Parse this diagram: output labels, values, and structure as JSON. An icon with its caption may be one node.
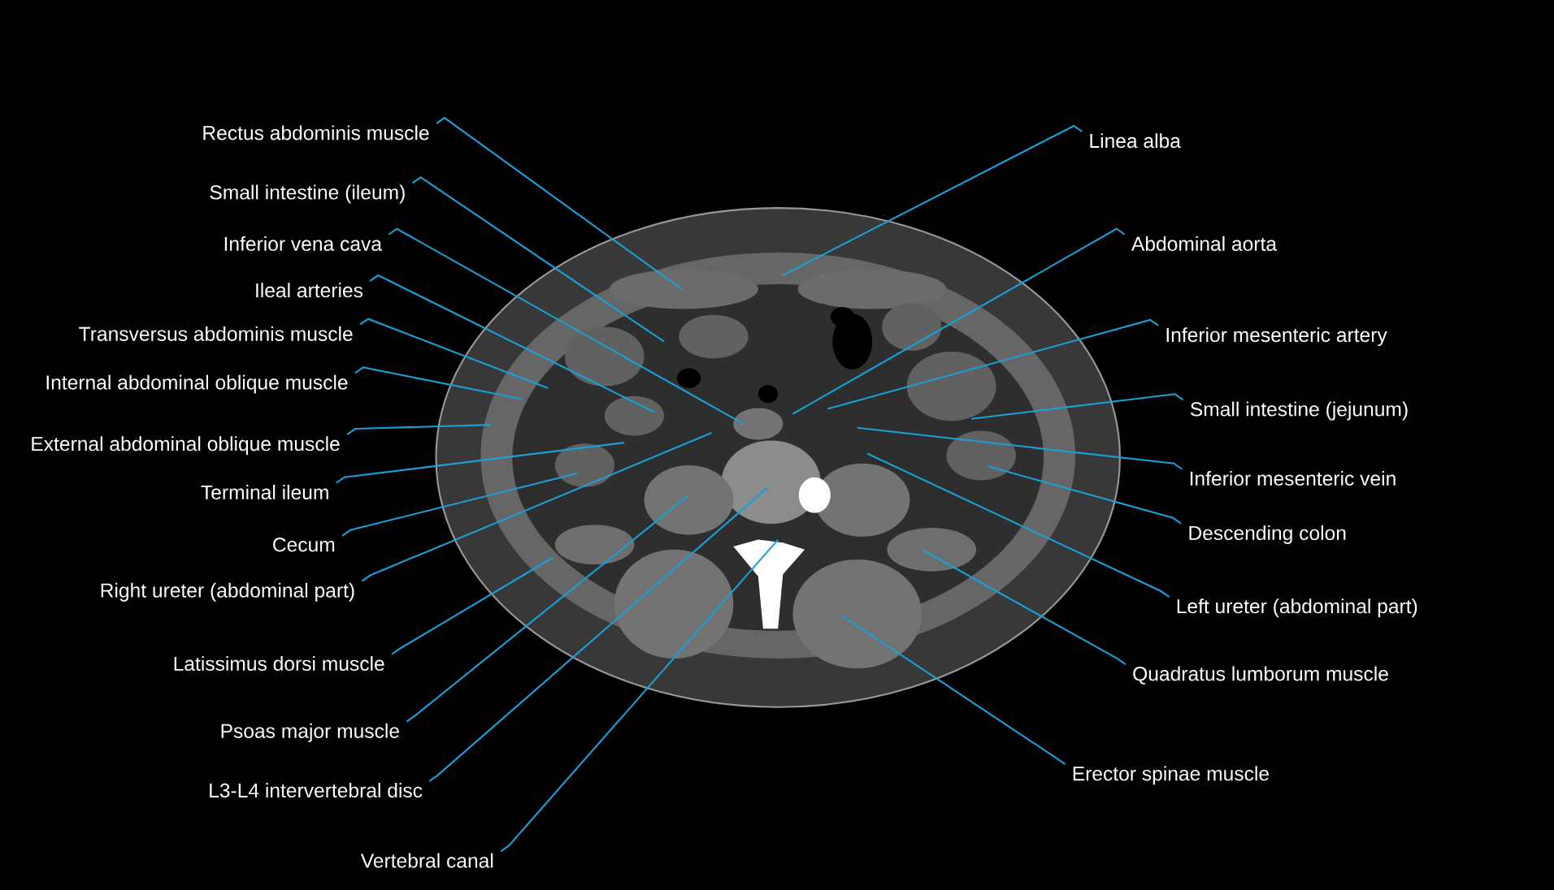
{
  "diagram": {
    "nodes": [
      {
        "text": [
          "Rectus abdominis muscle"
        ]
      },
      {
        "text": [
          "Small intestine (ileum)"
        ]
      },
      {
        "text": [
          "Inferior vena cava"
        ]
      },
      {
        "text": [
          "Ileal arteries"
        ]
      },
      {
        "text": [
          "Transversus abdominis muscle"
        ]
      },
      {
        "text": [
          "Internal abdominal oblique muscle"
        ]
      },
      {
        "text": [
          "External abdominal oblique muscle"
        ]
      },
      {
        "text": [
          "Terminal ileum"
        ]
      },
      {
        "text": [
          "Cecum"
        ]
      },
      {
        "text": [
          "Right ureter (abdominal part)"
        ]
      },
      {
        "text": [
          "Latissimus dorsi muscle"
        ]
      },
      {
        "text": [
          "Psoas major muscle"
        ]
      },
      {
        "text": [
          "L3-L4 intervertebral disc"
        ]
      },
      {
        "text": [
          "Vertebral canal"
        ]
      },
      {
        "text": [
          "Linea alba"
        ]
      },
      {
        "text": [
          "Abdominal aorta"
        ]
      },
      {
        "text": [
          "Inferior mesenteric artery"
        ]
      },
      {
        "text": [
          "Small intestine (jejunum)"
        ]
      },
      {
        "text": [
          "Inferior mesenteric vein"
        ]
      },
      {
        "text": [
          "Descending colon"
        ]
      },
      {
        "text": [
          "Left ureter (abdominal part)"
        ]
      },
      {
        "text": [
          "Quadratus lumborum muscle"
        ]
      },
      {
        "text": [
          "Erector spinae muscle"
        ]
      }
    ],
    "edges": [
      {
        "from": 0,
        "to": null,
        "arrow": "none"
      },
      {
        "from": 1,
        "to": null,
        "arrow": "none"
      },
      {
        "from": 2,
        "to": null,
        "arrow": "none"
      },
      {
        "from": 3,
        "to": null,
        "arrow": "none"
      },
      {
        "from": 4,
        "to": null,
        "arrow": "none"
      },
      {
        "from": 5,
        "to": null,
        "arrow": "none"
      },
      {
        "from": 6,
        "to": null,
        "arrow": "none"
      },
      {
        "from": 7,
        "to": null,
        "arrow": "none"
      },
      {
        "from": 8,
        "to": null,
        "arrow": "none"
      },
      {
        "from": 9,
        "to": null,
        "arrow": "none"
      },
      {
        "from": 10,
        "to": null,
        "arrow": "none"
      },
      {
        "from": 11,
        "to": null,
        "arrow": "none"
      },
      {
        "from": 12,
        "to": null,
        "arrow": "none"
      },
      {
        "from": 13,
        "to": null,
        "arrow": "none"
      },
      {
        "from": 14,
        "to": null,
        "arrow": "none"
      },
      {
        "from": 15,
        "to": null,
        "arrow": "none"
      },
      {
        "from": 16,
        "to": null,
        "arrow": "none"
      },
      {
        "from": 17,
        "to": null,
        "arrow": "none"
      },
      {
        "from": 18,
        "to": null,
        "arrow": "none"
      },
      {
        "from": 19,
        "to": null,
        "arrow": "none"
      },
      {
        "from": 20,
        "to": null,
        "arrow": "none"
      },
      {
        "from": 21,
        "to": null,
        "arrow": "none"
      },
      {
        "from": 22,
        "to": null,
        "arrow": "none"
      }
    ]
  }
}
